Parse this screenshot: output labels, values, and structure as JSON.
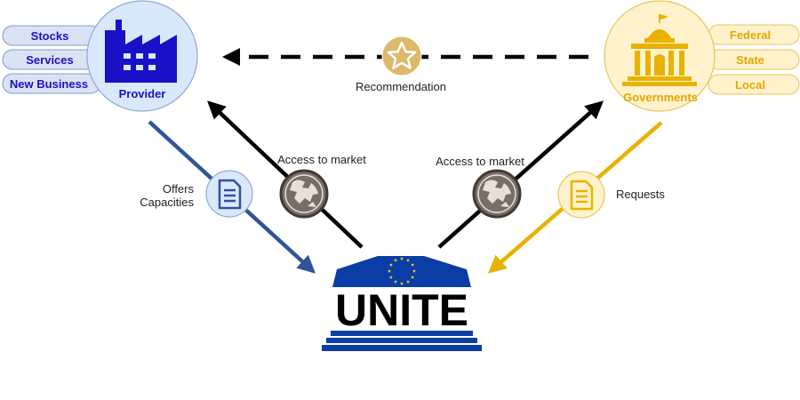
{
  "provider": {
    "label": "Provider",
    "tags": [
      "Stocks",
      "Services",
      "New Business"
    ],
    "color": "#1b10c8"
  },
  "governments": {
    "label": "Governments",
    "tags": [
      "Federal",
      "State",
      "Local"
    ],
    "color": "#e8b200"
  },
  "edges": {
    "recommendation": "Recommendation",
    "access_left": "Access to market",
    "access_right": "Access to market",
    "offers_line1": "Offers",
    "offers_line2": "Capacities",
    "requests": "Requests"
  },
  "center": {
    "title": "UNITE",
    "color": "#0a3ea6"
  },
  "icons": {
    "provider": "factory-icon",
    "governments": "capitol-building-icon",
    "recommendation": "star-icon",
    "access": "globe-icon",
    "document": "document-icon",
    "center_emblem": "eu-stars-icon"
  }
}
